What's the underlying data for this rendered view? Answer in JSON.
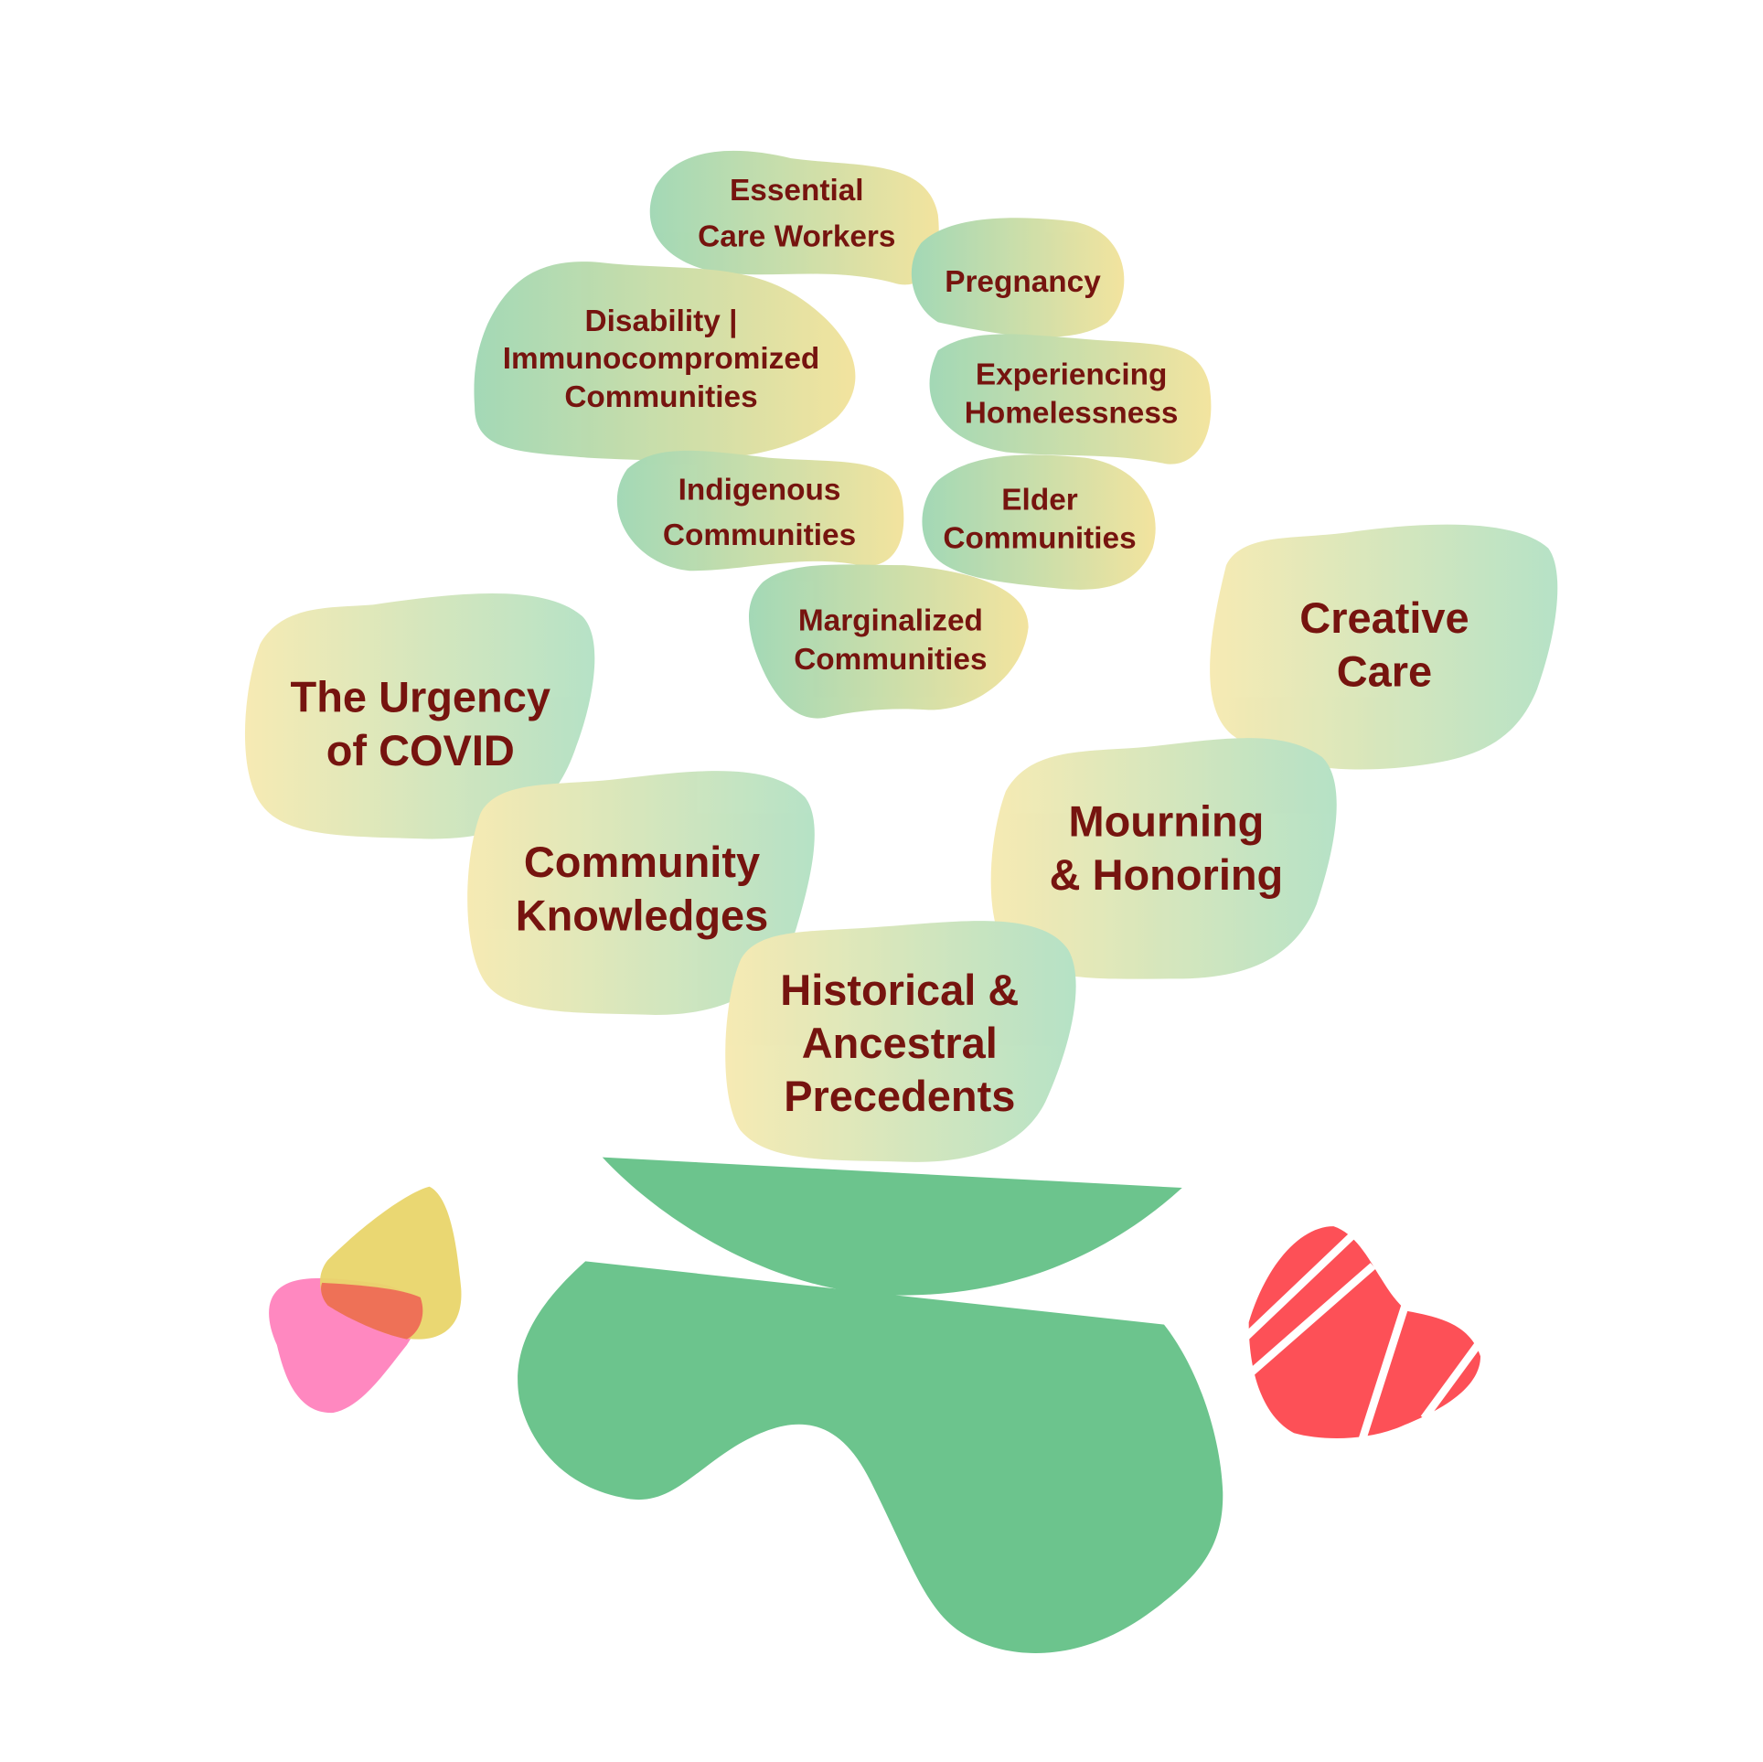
{
  "colors": {
    "text": "#76140f",
    "green": "#6cc48d",
    "yellow": "#e9d56a",
    "pink": "#ff88c0",
    "red": "#fd5057"
  },
  "small_topics": [
    {
      "lines": [
        "Essential",
        "Care Workers"
      ]
    },
    {
      "lines": [
        "Pregnancy"
      ]
    },
    {
      "lines": [
        "Disability |",
        "Immunocompromized",
        "Communities"
      ]
    },
    {
      "lines": [
        "Experiencing",
        "Homelessness"
      ]
    },
    {
      "lines": [
        "Indigenous",
        "Communities"
      ]
    },
    {
      "lines": [
        "Elder",
        "Communities"
      ]
    },
    {
      "lines": [
        "Marginalized",
        "Communities"
      ]
    }
  ],
  "large_topics": [
    {
      "lines": [
        "Creative",
        "Care"
      ]
    },
    {
      "lines": [
        "The Urgency",
        "of COVID"
      ]
    },
    {
      "lines": [
        "Mourning",
        "& Honoring"
      ]
    },
    {
      "lines": [
        "Community",
        "Knowledges"
      ]
    },
    {
      "lines": [
        "Historical &",
        "Ancestral",
        "Precedents"
      ]
    }
  ]
}
